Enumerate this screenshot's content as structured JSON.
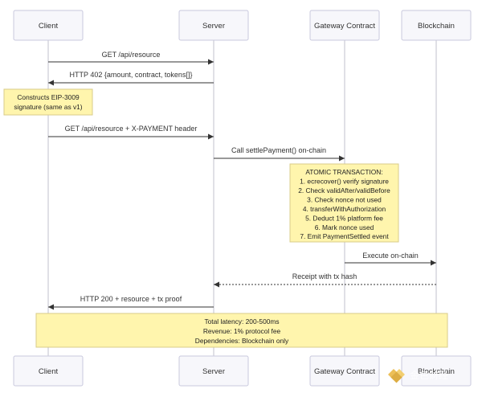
{
  "actors": [
    {
      "id": "client",
      "label": "Client"
    },
    {
      "id": "server",
      "label": "Server"
    },
    {
      "id": "gateway",
      "label": "Gateway Contract"
    },
    {
      "id": "blockchain",
      "label": "Blockchain"
    }
  ],
  "messages": [
    {
      "id": "msg-get-resource",
      "text": "GET /api/resource",
      "from": "client",
      "to": "server",
      "style": "solid"
    },
    {
      "id": "msg-http-402",
      "text": "HTTP 402 {amount, contract, tokens[]}",
      "from": "server",
      "to": "client",
      "style": "solid"
    },
    {
      "id": "msg-get-resource-payment",
      "text": "GET /api/resource + X-PAYMENT header",
      "from": "client",
      "to": "server",
      "style": "solid"
    },
    {
      "id": "msg-call-settle-payment",
      "text": "Call settlePayment() on-chain",
      "from": "server",
      "to": "gateway",
      "style": "solid"
    },
    {
      "id": "msg-execute-on-chain",
      "text": "Execute on-chain",
      "from": "gateway",
      "to": "blockchain",
      "style": "solid"
    },
    {
      "id": "msg-receipt",
      "text": "Receipt with tx hash",
      "from": "blockchain",
      "to": "server",
      "style": "dotted"
    },
    {
      "id": "msg-http-200",
      "text": "HTTP 200 + resource + tx proof",
      "from": "server",
      "to": "client",
      "style": "solid"
    }
  ],
  "notes": {
    "eip3009": {
      "lines": [
        "Constructs EIP-3009",
        "signature (same as v1)"
      ]
    },
    "atomic": {
      "lines": [
        "ATOMIC TRANSACTION:",
        "1. ecrecover() verify signature",
        "2. Check validAfter/validBefore",
        "3. Check nonce not used",
        "4. transferWithAuthorization",
        "5. Deduct 1% platform fee",
        "6. Mark nonce used",
        "7. Emit PaymentSettled event"
      ]
    },
    "summary": {
      "lines": [
        "Total latency: 200-500ms",
        "Revenue: 1% protocol fee",
        "Dependencies: Blockchain only"
      ]
    }
  },
  "watermark": {
    "text": "金色财经",
    "icon": "gold-diamond-logo-icon"
  },
  "colors": {
    "actor_fill": "#f7f7fb",
    "actor_stroke": "#c9c9de",
    "note_fill": "#fff5ad",
    "note_stroke": "#d8cc8a",
    "lifeline": "#d0d0d8",
    "line": "#333333",
    "watermark": "#e9b43a"
  }
}
